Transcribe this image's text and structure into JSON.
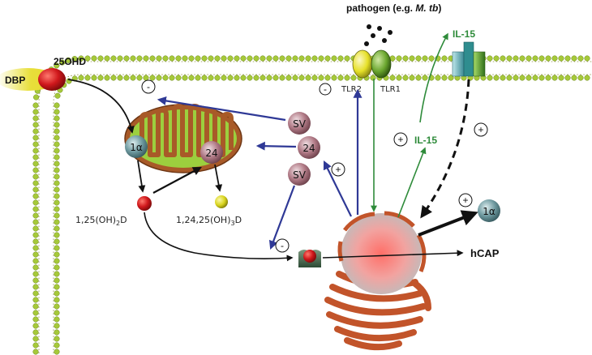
{
  "pathogen": {
    "prefix": "pathogen (e.g. ",
    "species": "M. tb",
    "suffix": ")"
  },
  "membrane_proteins": {
    "tlr2": "TLR2",
    "tlr1": "TLR1"
  },
  "cytokine": {
    "receptor_label": "IL-15",
    "secreted_label": "IL-15"
  },
  "vitamin_d": {
    "binding_protein": "DBP",
    "precursor_base": "25OHD",
    "active_base": "1,25(OH)",
    "active_sub": "2",
    "active_tail": "D",
    "inactive_base": "1,24,25(OH)",
    "inactive_sub": "3",
    "inactive_tail": "D"
  },
  "enzymes": {
    "cyp27b1": "1α",
    "cyp24": "24",
    "cyp27b1_induced": "1α",
    "splice_variant": "SV"
  },
  "output_gene": "hCAP",
  "signs": {
    "minus": "-",
    "plus": "+"
  },
  "colors": {
    "inhibition_arrow": "#2f3996",
    "il15_arrow": "#2e8b3a",
    "tlr2_fill": "#e6e028",
    "tlr1_fill": "#6aa62e",
    "dbp_fill": "#e8df3a",
    "vitamin_d_red": "#d0181c",
    "metabolite_yellow": "#d8d41c",
    "mitochondrion_outer": "#a85a28",
    "mitochondrion_inner": "#9ccf3e",
    "enzyme_mauve": "#b07a86",
    "enzyme_teal": "#6f9aa0",
    "nucleus_red": "#ff6f68",
    "er_brown": "#c2542a",
    "membrane_green": "#a6c93a"
  }
}
